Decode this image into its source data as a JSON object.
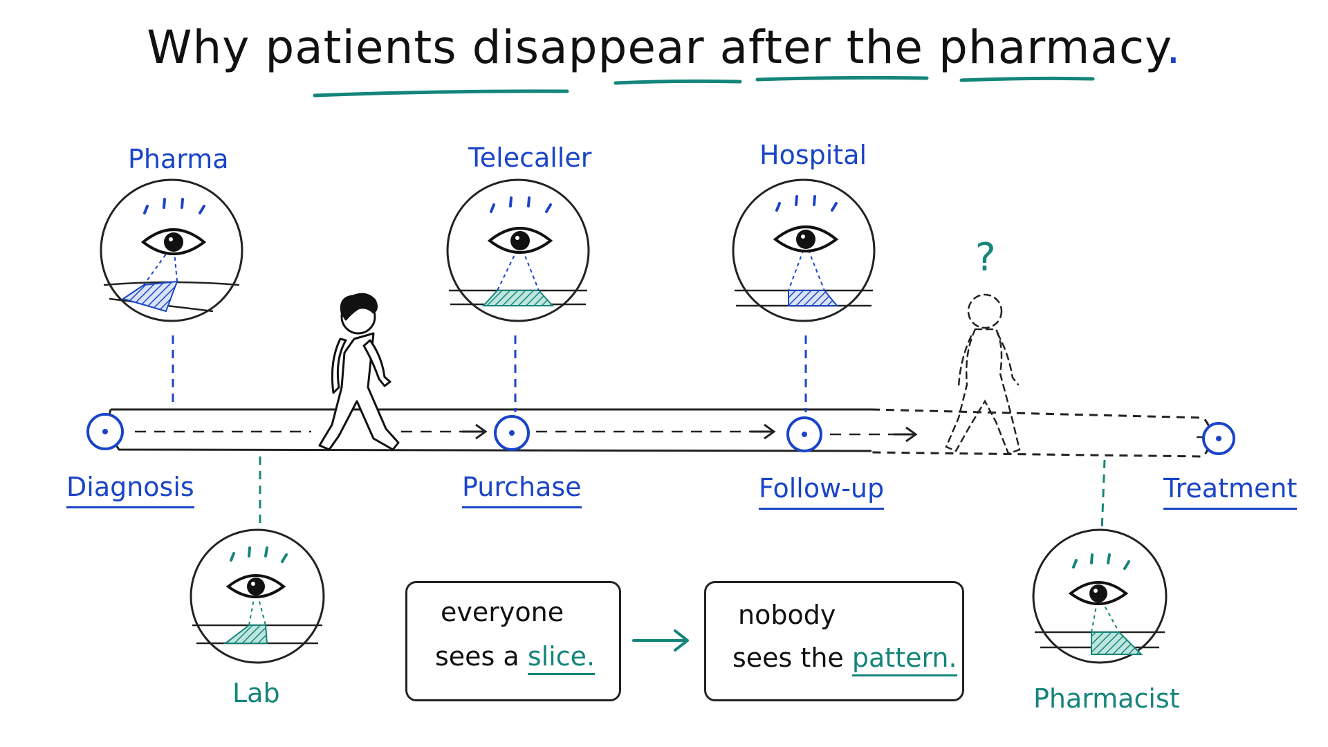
{
  "title": {
    "text": "Why patients disappear after the pharmacy",
    "dot": "."
  },
  "stages": {
    "diagnosis": "Diagnosis",
    "purchase": "Purchase",
    "followup": "Follow-up",
    "treatment": "Treatment"
  },
  "observers": {
    "pharma": "Pharma",
    "telecaller": "Telecaller",
    "hospital": "Hospital",
    "lab": "Lab",
    "pharmacist": "Pharmacist"
  },
  "cards": {
    "left": {
      "line1": "everyone",
      "line2_prefix": "sees a",
      "line2_highlight": "slice."
    },
    "right": {
      "line1": "nobody",
      "line2_prefix": "sees the",
      "line2_highlight": "pattern."
    }
  },
  "unknown_mark": "?",
  "colors": {
    "blue": "#1a44c8",
    "teal": "#14857a",
    "ink": "#111111"
  },
  "icons": [
    "eye-icon",
    "walking-person-icon",
    "ghost-person-icon",
    "arrow-right-icon"
  ]
}
